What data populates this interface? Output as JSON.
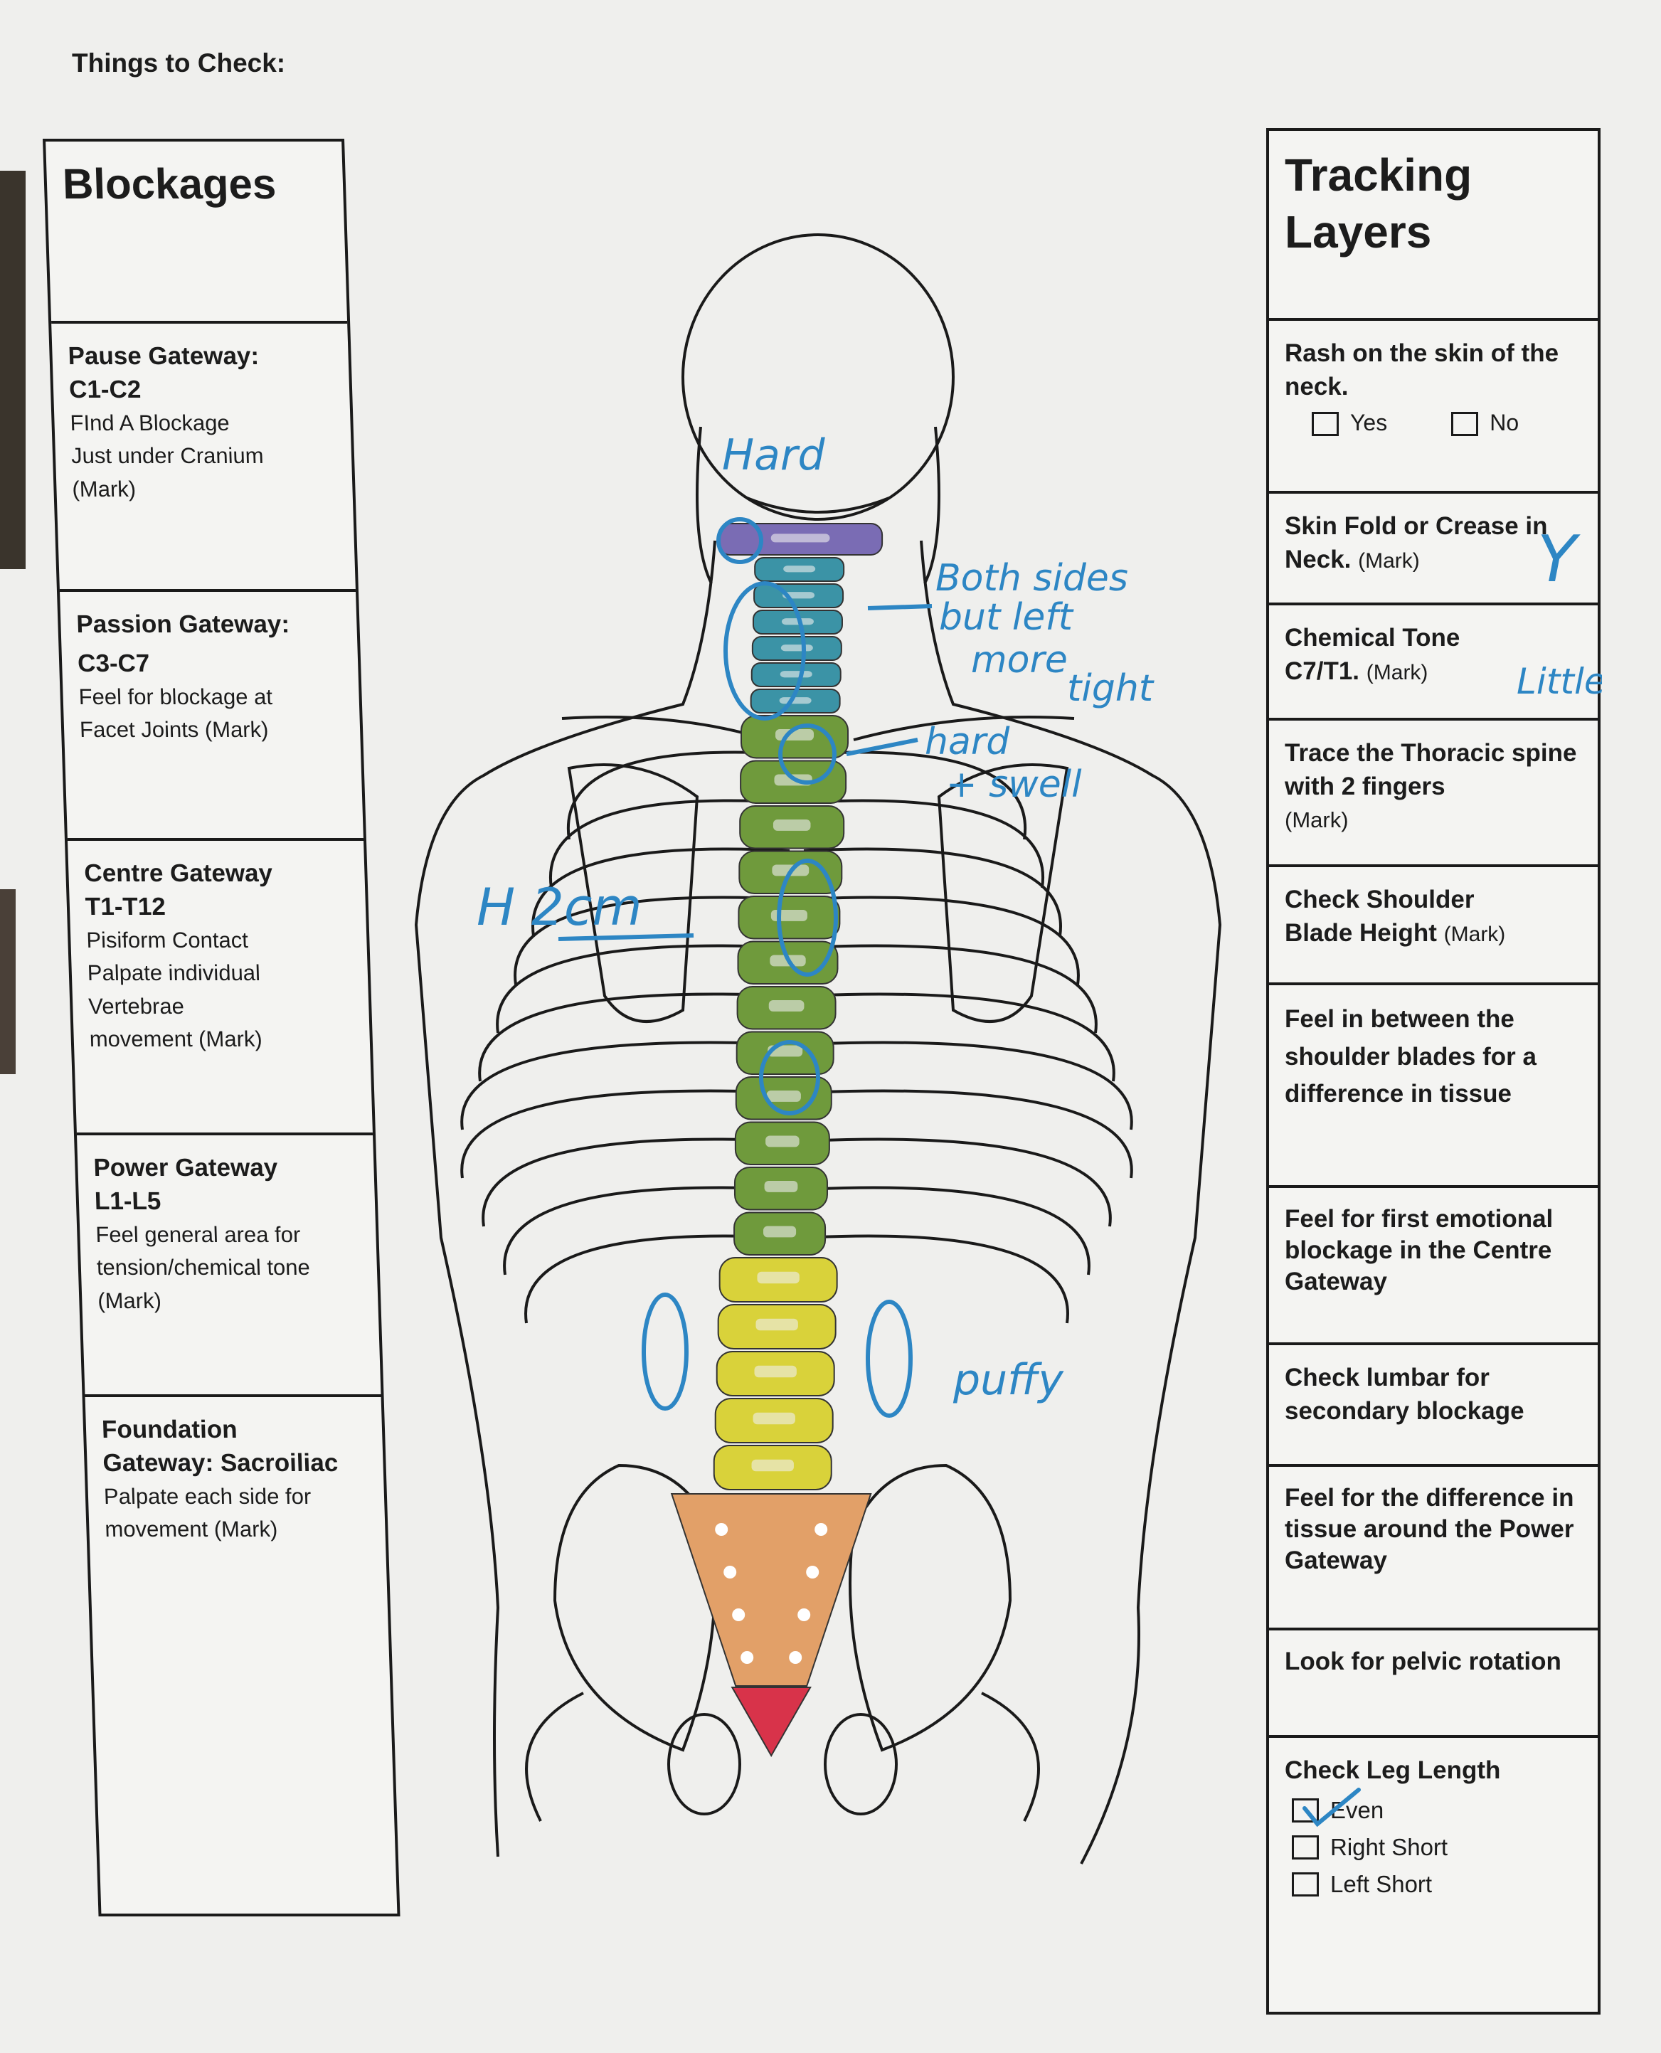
{
  "page_title": "Things to Check:",
  "blockages": {
    "header": "Blockages",
    "rows": [
      {
        "title": "Pause Gateway:",
        "range": "C1-C2",
        "desc": [
          "FInd A Blockage",
          "Just under Cranium",
          "(Mark)"
        ]
      },
      {
        "title": "Passion Gateway:",
        "range": "C3-C7",
        "desc": [
          "Feel for blockage at",
          "Facet Joints (Mark)"
        ]
      },
      {
        "title": "Centre Gateway",
        "range": "T1-T12",
        "desc": [
          "Pisiform Contact",
          "Palpate individual",
          "Vertebrae",
          "movement  (Mark)"
        ]
      },
      {
        "title": "Power Gateway",
        "range": "L1-L5",
        "desc": [
          "Feel general area for",
          "tension/chemical tone",
          "(Mark)"
        ]
      },
      {
        "title": "Foundation",
        "range": "Gateway: Sacroiliac",
        "desc": [
          "Palpate each side for",
          "movement (Mark)"
        ]
      }
    ]
  },
  "tracking": {
    "header_line1": "Tracking",
    "header_line2": "Layers",
    "rash": {
      "label": "Rash on the skin of the neck.",
      "yes": "Yes",
      "no": "No"
    },
    "skin_fold": {
      "label": "Skin Fold or Crease in Neck.",
      "mark": "(Mark)",
      "answer": "Y"
    },
    "chemical_tone": {
      "label_1": "Chemical Tone",
      "label_2": "C7/T1.",
      "mark": "(Mark)",
      "answer": "Little"
    },
    "trace": {
      "label": "Trace the Thoracic spine with 2 fingers",
      "mark": "(Mark)"
    },
    "shoulder": {
      "label_1": "Check Shoulder",
      "label_2": "Blade Height",
      "mark": "(Mark)"
    },
    "between": "Feel in between the shoulder blades for a difference in tissue",
    "emotional": "Feel for first emotional blockage in the Centre Gateway",
    "lumbar": "Check lumbar for secondary blockage",
    "power_tissue": "Feel for the difference in tissue around the Power Gateway",
    "pelvic": "Look for pelvic rotation",
    "leg_length": {
      "label": "Check Leg Length",
      "options": [
        {
          "label": "Even",
          "checked": true
        },
        {
          "label": "Right Short",
          "checked": false
        },
        {
          "label": "Left Short",
          "checked": false
        }
      ]
    }
  },
  "annotations": {
    "hard": "Hard",
    "neck_note_1": "Both sides",
    "neck_note_2": "but left",
    "neck_note_3": "more",
    "neck_note_4": "tight",
    "shoulder_note_1": "hard",
    "shoulder_note_2": "+ swell",
    "height_note": "H 2cm",
    "lumbar_left": "0",
    "lumbar_right": "0",
    "lumbar_note": "puffy"
  },
  "spine_colors": {
    "c1_c2": "#7a6cb4",
    "c3_c7": "#3b93a6",
    "thoracic": "#6f9a3c",
    "lumbar": "#d9d23a",
    "sacrum": "#e2a068",
    "coccyx": "#d8334a",
    "ink": "#2d86c4"
  }
}
